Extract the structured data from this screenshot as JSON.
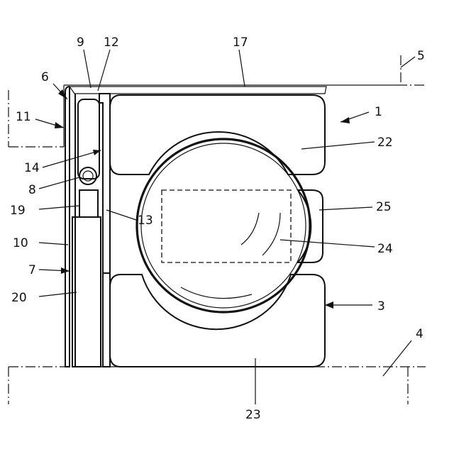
{
  "labels": {
    "l1": "1",
    "l3": "3",
    "l4": "4",
    "l5": "5",
    "l6": "6",
    "l7": "7",
    "l8": "8",
    "l9": "9",
    "l10": "10",
    "l11": "11",
    "l12": "12",
    "l13": "13",
    "l14": "14",
    "l17": "17",
    "l19": "19",
    "l20": "20",
    "l22": "22",
    "l23": "23",
    "l24": "24",
    "l25": "25"
  },
  "colors": {
    "ink": "#111111",
    "background": "#ffffff"
  }
}
